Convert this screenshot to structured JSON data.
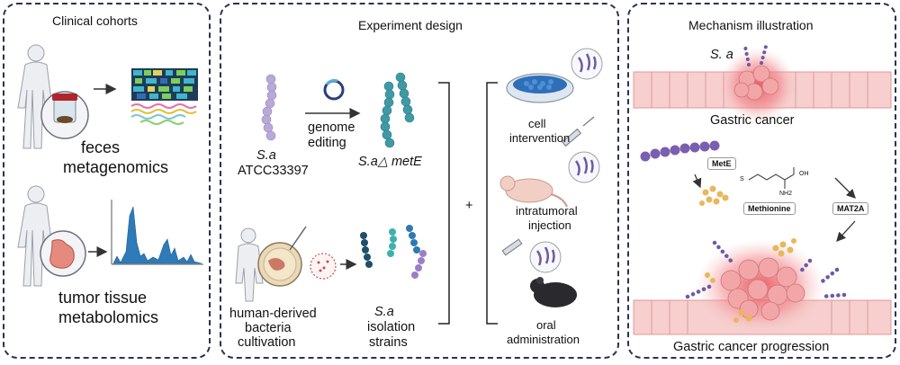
{
  "clinical": {
    "title": "Clinical cohorts",
    "feces_line1": "feces",
    "feces_line2": "metagenomics",
    "tumor_line1": "tumor tissue",
    "tumor_line2": "metabolomics"
  },
  "experiment": {
    "title": "Experiment design",
    "sa_label": "S.a",
    "sa_strain": "ATCC33397",
    "genome_line1": "genome",
    "genome_line2": "editing",
    "mutant": "S.a△ metE",
    "human_line1": "human-derived",
    "human_line2": "bacteria",
    "human_line3": "cultivation",
    "iso_line1": "S.a",
    "iso_line2": "isolation",
    "iso_line3": "strains",
    "plus": "+",
    "cell_line1": "cell",
    "cell_line2": "intervention",
    "intra_line1": "intratumoral",
    "intra_line2": "injection",
    "oral_line1": "oral",
    "oral_line2": "administration"
  },
  "mechanism": {
    "title": "Mechanism illustration",
    "sa_label": "S. a",
    "gastric": "Gastric cancer",
    "mete": "MetE",
    "methionine": "Methionine",
    "mat2a": "MAT2A",
    "chem_oh": "OH",
    "chem_nh2": "NH2",
    "chem_s": "S",
    "progression": "Gastric cancer progression"
  },
  "colors": {
    "border": "#2b3350",
    "bacteria_light": "#b9a9d6",
    "bacteria_teal": "#3f9aa6",
    "bacteria_purple": "#7a5fb0",
    "tumor_red": "#e2474f",
    "epithelium": "#f3c0bf",
    "metabolite": "#e8b75a"
  }
}
